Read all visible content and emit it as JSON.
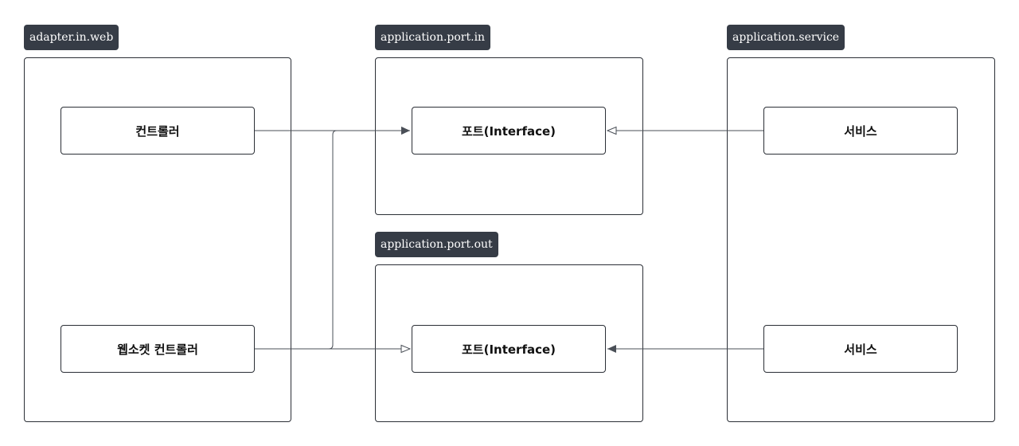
{
  "packages": {
    "adapter_in_web": {
      "label": "adapter.in.web"
    },
    "port_in": {
      "label": "application.port.in"
    },
    "service": {
      "label": "application.service"
    },
    "port_out": {
      "label": "application.port.out"
    }
  },
  "nodes": {
    "controller": "컨트롤러",
    "websocket_controller": "웹소켓 컨트롤러",
    "port_in_interface": "포트(Interface)",
    "port_out_interface": "포트(Interface)",
    "service_top": "서비스",
    "service_bottom": "서비스"
  },
  "colors": {
    "tag_background": "#363c46",
    "line": "#4a4f57",
    "border": "#2b2f36"
  }
}
